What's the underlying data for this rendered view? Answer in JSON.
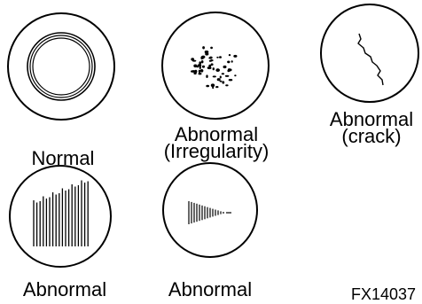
{
  "figure": {
    "figure_id": "FX14037",
    "panels": [
      {
        "pattern": "concentric-rings-icon",
        "caption": [
          "Normal"
        ]
      },
      {
        "pattern": "scattered-dots-icon",
        "caption": [
          "Abnormal",
          "(Irregularity)"
        ]
      },
      {
        "pattern": "crack-line-icon",
        "caption": [
          "Abnormal",
          "(crack)"
        ]
      },
      {
        "pattern": "vertical-stripes-icon",
        "caption": [
          "Abnormal"
        ]
      },
      {
        "pattern": "tapered-stripes-icon",
        "caption": [
          "Abnormal"
        ]
      }
    ]
  }
}
